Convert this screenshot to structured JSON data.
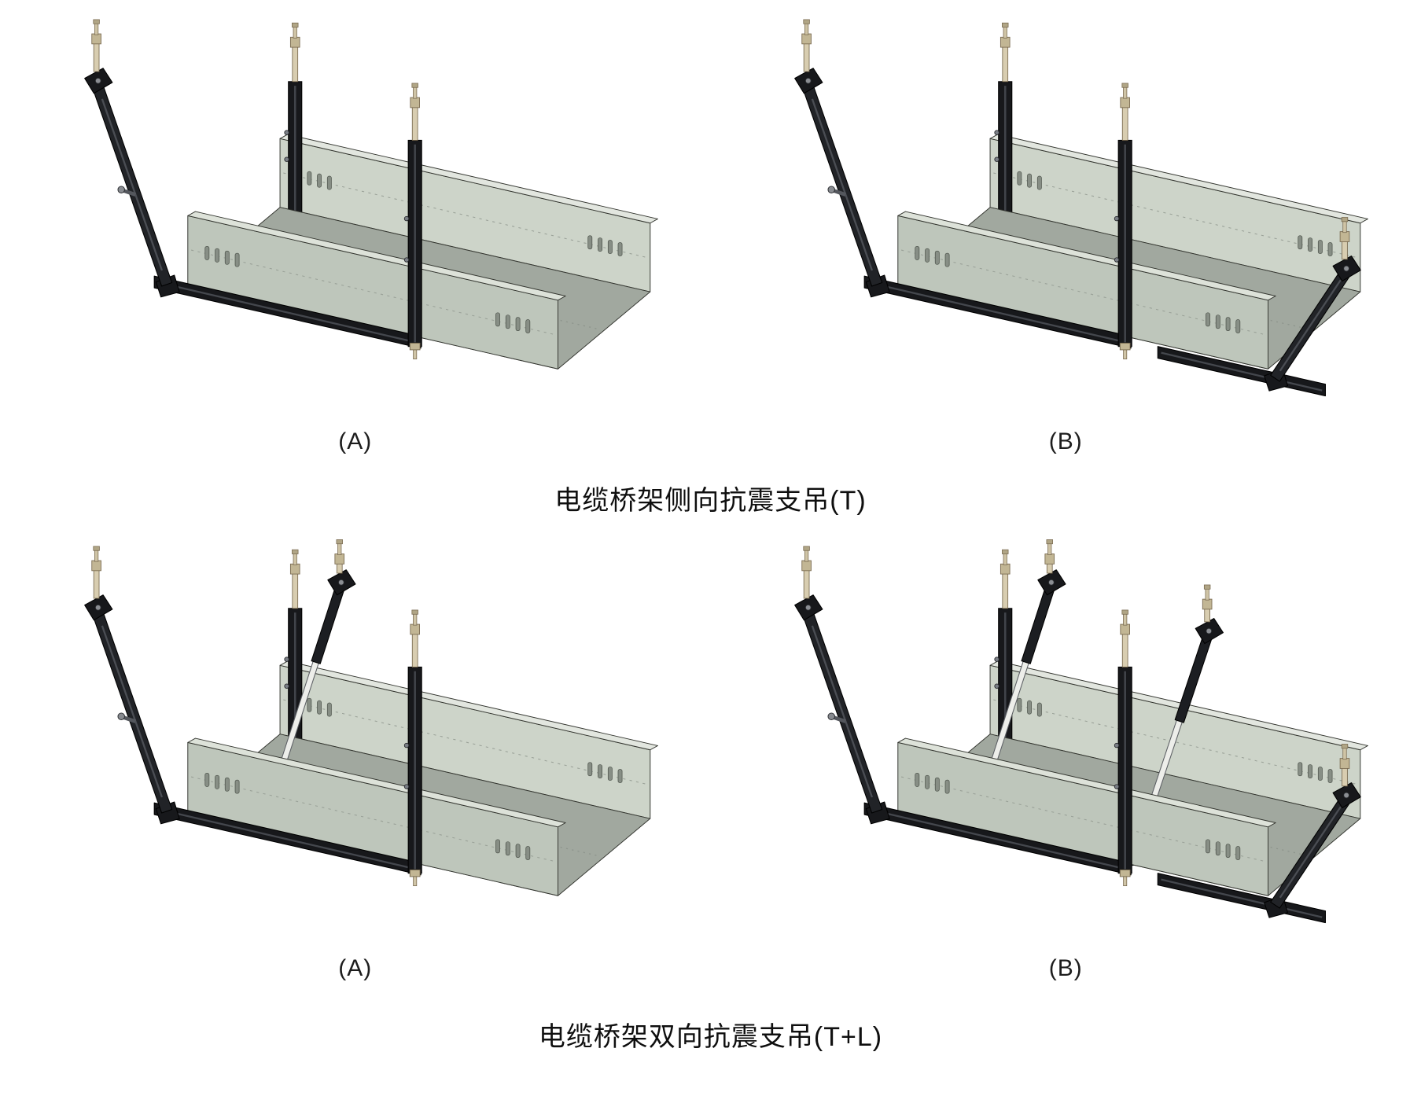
{
  "figures": [
    {
      "id": "top-a",
      "label": "(A)"
    },
    {
      "id": "top-b",
      "label": "(B)"
    },
    {
      "id": "bottom-a",
      "label": "(A)"
    },
    {
      "id": "bottom-b",
      "label": "(B)"
    }
  ],
  "captions": {
    "top": "电缆桥架侧向抗震支吊(T)",
    "bottom": "电缆桥架双向抗震支吊(T+L)"
  },
  "colors": {
    "tray": "#c6cdc2",
    "tray_floor": "#a1a89f",
    "metal_dark": "#17181b",
    "rod_brass": "#d8cdb0",
    "background": "#ffffff"
  }
}
